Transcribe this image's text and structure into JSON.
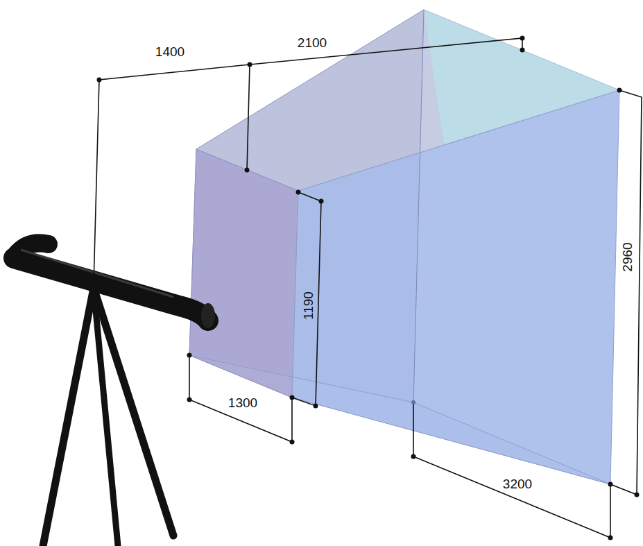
{
  "diagram": {
    "labels": [
      "1400",
      "2100",
      "1190",
      "1300",
      "2960",
      "3200"
    ]
  }
}
